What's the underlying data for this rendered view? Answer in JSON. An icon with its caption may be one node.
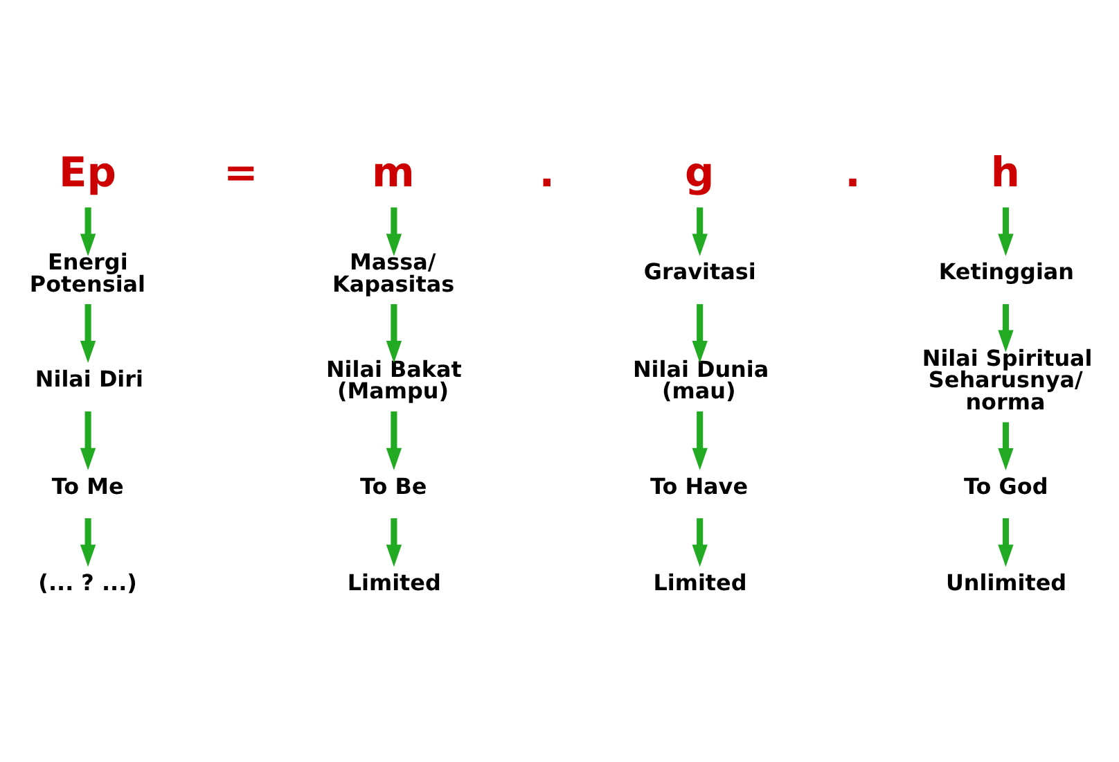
{
  "diagram": {
    "nodes": [
      {
        "text": [
          "Ep"
        ]
      },
      {
        "text": [
          "m"
        ]
      },
      {
        "text": [
          "g"
        ]
      },
      {
        "text": [
          "h"
        ]
      },
      {
        "text": [
          "Energi Potensial"
        ]
      },
      {
        "text": [
          "Massa/ Kapasitas"
        ]
      },
      {
        "text": [
          "Gravitasi"
        ]
      },
      {
        "text": [
          "Ketinggian"
        ]
      },
      {
        "text": [
          "Nilai Diri"
        ]
      },
      {
        "text": [
          "Nilai Bakat (Mampu)"
        ]
      },
      {
        "text": [
          "Nilai Dunia (mau)"
        ]
      },
      {
        "text": [
          "Nilai Spiritual Seharusnya/ norma"
        ]
      },
      {
        "text": [
          "To Me"
        ]
      },
      {
        "text": [
          "To Be"
        ]
      },
      {
        "text": [
          "To Have"
        ]
      },
      {
        "text": [
          "To God"
        ]
      },
      {
        "text": [
          "(... ? ...)"
        ]
      },
      {
        "text": [
          "Limited"
        ]
      },
      {
        "text": [
          "Limited"
        ]
      },
      {
        "text": [
          "Unlimited"
        ]
      }
    ],
    "edges": [
      {
        "from": 0,
        "to": 4,
        "arrow": "to"
      },
      {
        "from": 1,
        "to": 5,
        "arrow": "to"
      },
      {
        "from": 2,
        "to": 6,
        "arrow": "to"
      },
      {
        "from": 3,
        "to": 7,
        "arrow": "to"
      },
      {
        "from": 4,
        "to": 8,
        "arrow": "to"
      },
      {
        "from": 5,
        "to": 9,
        "arrow": "to"
      },
      {
        "from": 6,
        "to": 10,
        "arrow": "to"
      },
      {
        "from": 7,
        "to": 11,
        "arrow": "to"
      },
      {
        "from": 8,
        "to": 12,
        "arrow": "to"
      },
      {
        "from": 9,
        "to": 13,
        "arrow": "to"
      },
      {
        "from": 10,
        "to": 14,
        "arrow": "to"
      },
      {
        "from": 11,
        "to": 15,
        "arrow": "to"
      },
      {
        "from": 12,
        "to": 16,
        "arrow": "to"
      },
      {
        "from": 13,
        "to": 17,
        "arrow": "to"
      },
      {
        "from": 14,
        "to": 18,
        "arrow": "to"
      },
      {
        "from": 15,
        "to": 19,
        "arrow": "to"
      }
    ],
    "labels": [
      "=",
      ".",
      "."
    ]
  }
}
